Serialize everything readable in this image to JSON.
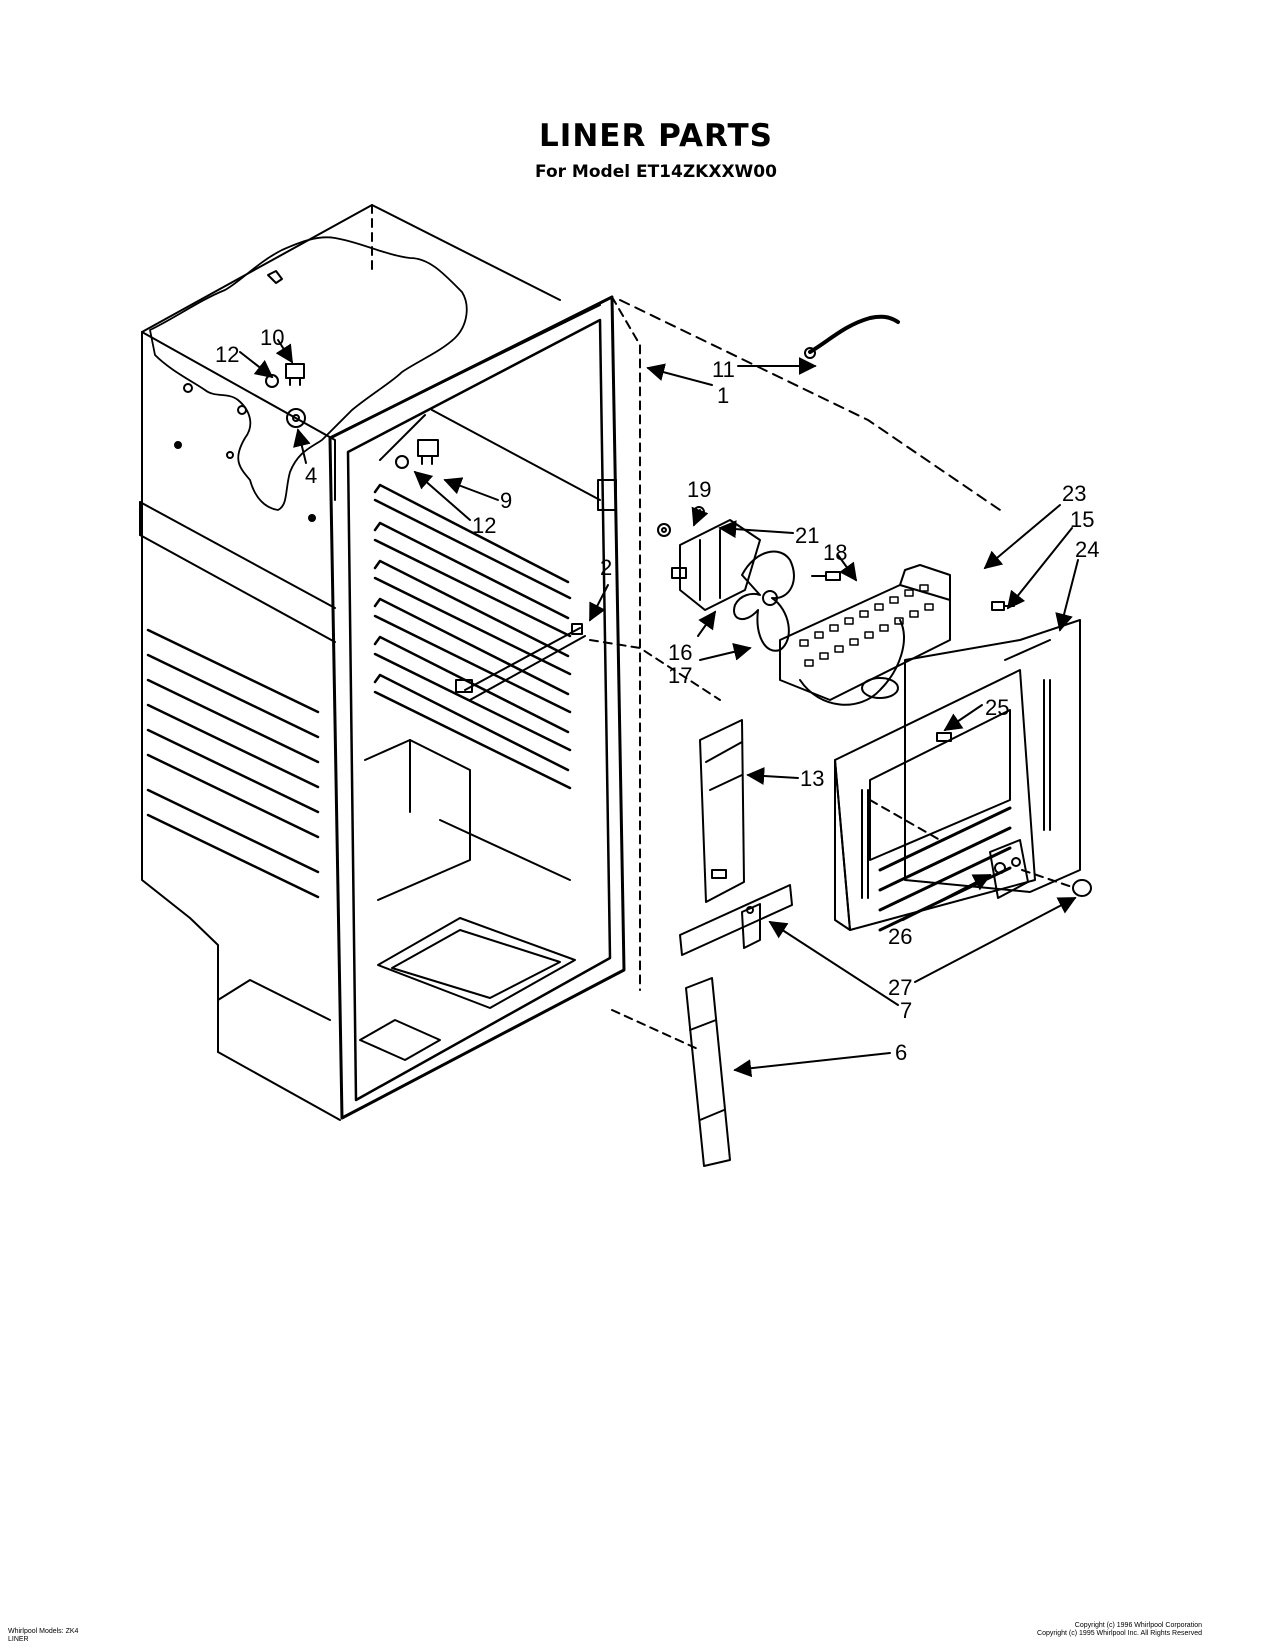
{
  "header": {
    "title": "LINER PARTS",
    "subtitle": "For Model ET14ZKXXW00"
  },
  "callouts": {
    "c1": "1",
    "c2": "2",
    "c4": "4",
    "c6": "6",
    "c7": "7",
    "c9": "9",
    "c10": "10",
    "c11": "11",
    "c12a": "12",
    "c12b": "12",
    "c13": "13",
    "c15": "15",
    "c16": "16",
    "c17": "17",
    "c18": "18",
    "c19": "19",
    "c21": "21",
    "c23": "23",
    "c24": "24",
    "c25": "25",
    "c26": "26",
    "c27": "27"
  },
  "footer": {
    "left_line1": "Whirlpool Models: ZK4",
    "left_line2": "LINER",
    "right_line1": "Copyright (c) 1996 Whirlpool Corporation",
    "right_line2": "Copyright (c) 1995 Whirlpool Inc. All Rights Reserved"
  }
}
